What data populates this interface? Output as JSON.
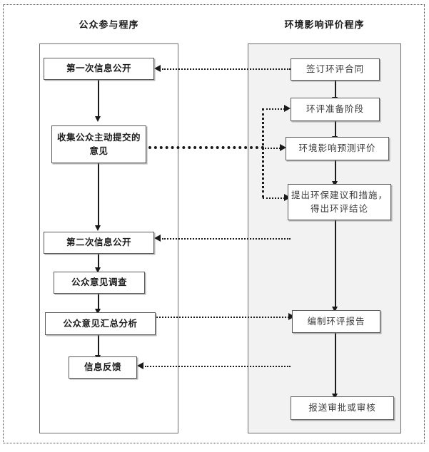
{
  "diagram": {
    "title_left": "公众参与程序",
    "title_right": "环境影响评价程序",
    "left_nodes": [
      {
        "id": "first-disclosure",
        "label": "第一次信息公开"
      },
      {
        "id": "collect-opinions",
        "label": "收集公众主动提交的意见"
      },
      {
        "id": "second-disclosure",
        "label": "第二次信息公开"
      },
      {
        "id": "public-opinion-survey",
        "label": "公众意见调查"
      },
      {
        "id": "opinion-analysis",
        "label": "公众意见汇总分析"
      },
      {
        "id": "information-feedback",
        "label": "信息反馈"
      }
    ],
    "right_nodes": [
      {
        "id": "sign-contract",
        "label": "签订环评合同"
      },
      {
        "id": "prepare-stage",
        "label": "环评准备阶段"
      },
      {
        "id": "impact-prediction",
        "label": "环境影响预测评价"
      },
      {
        "id": "propose-measures",
        "label": "提出环保建议和措施，得出环评结论"
      },
      {
        "id": "compile-report",
        "label": "编制环评报告"
      },
      {
        "id": "submit-approval",
        "label": "报送审批或审核"
      }
    ],
    "colors": {
      "panel_right_fill": "#f2f2f2",
      "panel_border": "#6d6d6d",
      "node_border": "#5a5a5a",
      "connector": "#1a1a1a",
      "text": "#1c1c1c"
    }
  }
}
